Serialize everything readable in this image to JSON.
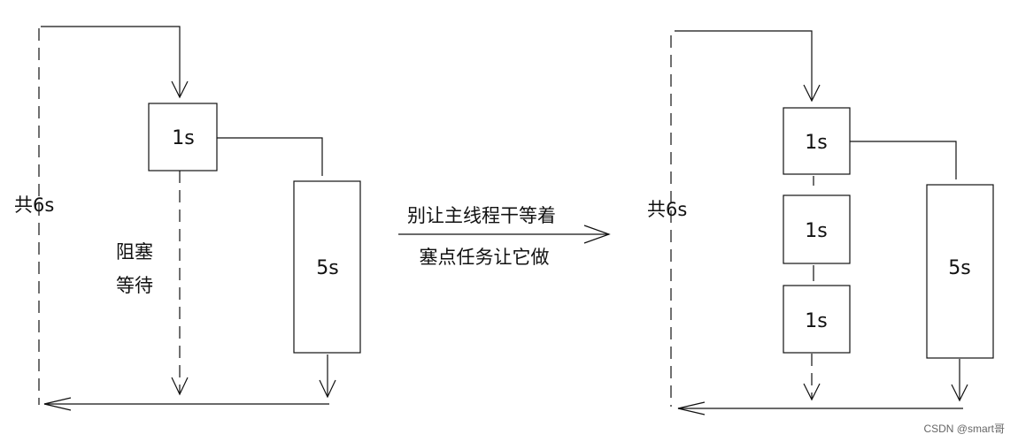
{
  "left": {
    "total_label": "共6s",
    "block_label_line1": "阻塞",
    "block_label_line2": "等待",
    "task_a": "1s",
    "task_b": "5s"
  },
  "middle": {
    "line1": "别让主线程干等着",
    "line2": "塞点任务让它做"
  },
  "right": {
    "total_label": "共6s",
    "task_a": "1s",
    "task_b": "1s",
    "task_c": "1s",
    "task_d": "5s"
  },
  "watermark": "CSDN @smart哥"
}
